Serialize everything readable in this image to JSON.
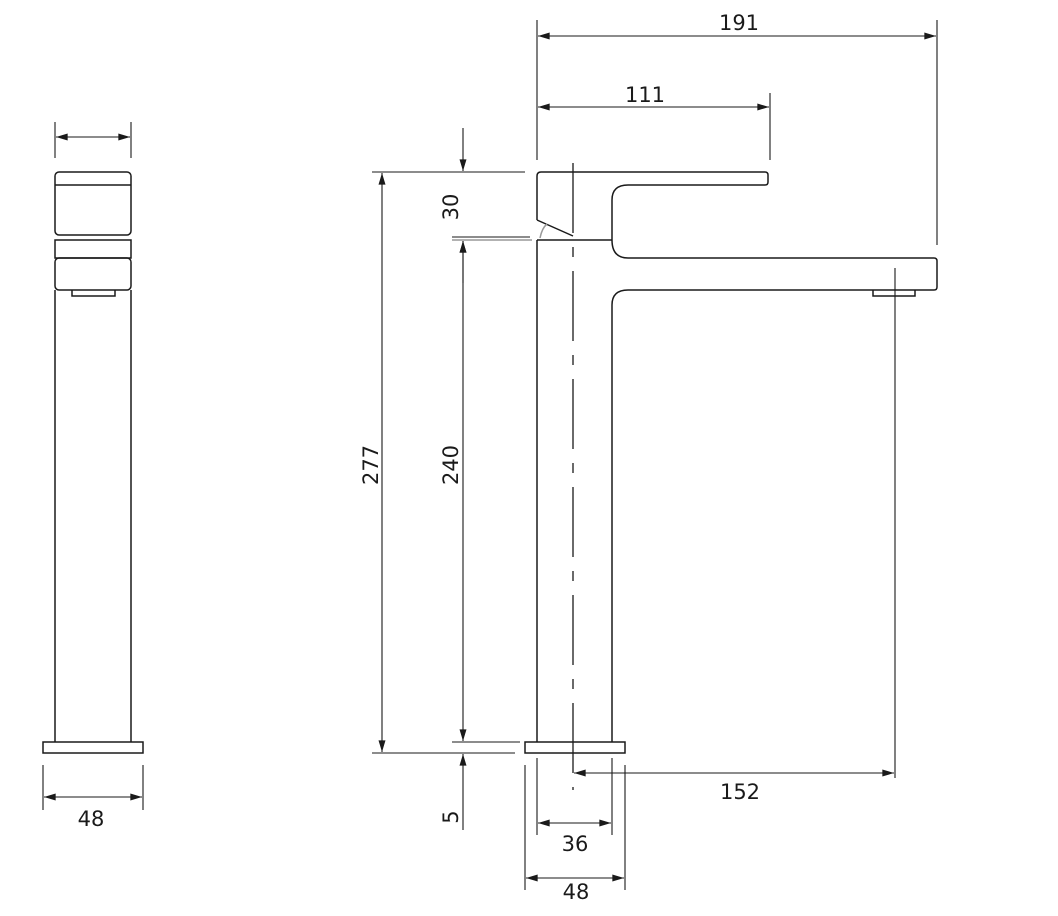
{
  "drawing": {
    "title": "Tall basin mixer dimension drawing",
    "units": "mm",
    "dimensions": {
      "overall_reach": "191",
      "lever_length": "111",
      "lever_height": "30",
      "total_height": "277",
      "body_height": "240",
      "base_thickness": "5",
      "spout_projection": "152",
      "body_width": "36",
      "base_width_front": "48",
      "base_width_side": "48"
    }
  }
}
